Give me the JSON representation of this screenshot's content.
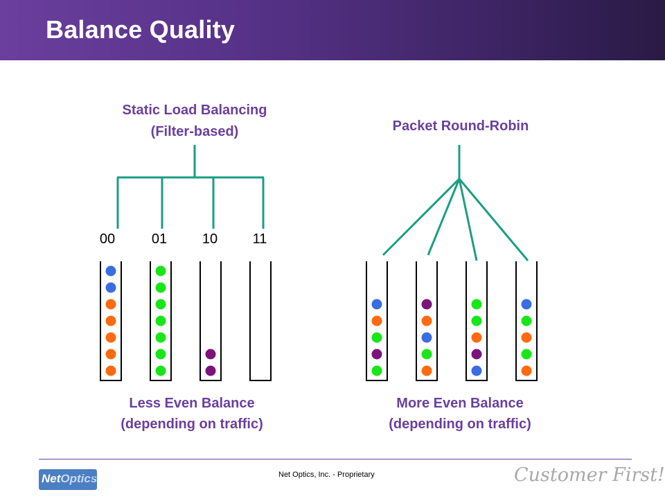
{
  "header": {
    "title": "Balance Quality"
  },
  "colors": {
    "header_bg": "#553186",
    "heading": "#6a3f9e",
    "connector": "#1a9e82",
    "blue": "#3a6de0",
    "orange": "#ff6a10",
    "green": "#19e619",
    "purple": "#7b137b"
  },
  "left_diagram": {
    "title_line1": "Static Load Balancing",
    "title_line2": "(Filter-based)",
    "bucket_labels": [
      "00",
      "01",
      "10",
      "11"
    ],
    "buckets": [
      [
        "blue",
        "blue",
        "orange",
        "orange",
        "orange",
        "orange",
        "orange"
      ],
      [
        "green",
        "green",
        "green",
        "green",
        "green",
        "green",
        "green"
      ],
      [
        "purple",
        "purple"
      ],
      []
    ],
    "caption_line1": "Less Even Balance",
    "caption_line2": "(depending on traffic)"
  },
  "right_diagram": {
    "title": "Packet Round-Robin",
    "buckets": [
      [
        "blue",
        "orange",
        "green",
        "purple",
        "green"
      ],
      [
        "purple",
        "orange",
        "blue",
        "green",
        "orange"
      ],
      [
        "green",
        "green",
        "orange",
        "purple",
        "blue"
      ],
      [
        "blue",
        "green",
        "orange",
        "green",
        "orange"
      ]
    ],
    "caption_line1": "More Even Balance",
    "caption_line2": "(depending on traffic)"
  },
  "footer": {
    "logo_net": "Net",
    "logo_optics": "Optics",
    "logo_reg": "®",
    "proprietary": "Net Optics, Inc. - Proprietary",
    "tagline": "Customer First!"
  }
}
